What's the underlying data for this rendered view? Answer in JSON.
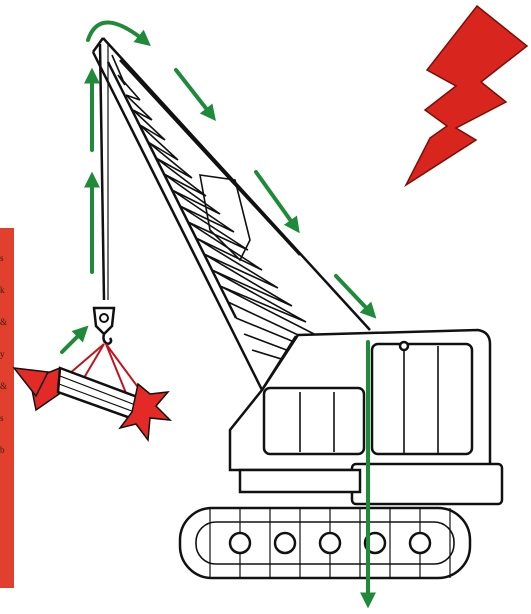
{
  "colors": {
    "sidebar": "#e2402e",
    "lightning": "#d8251d",
    "arrows": "#1e8a3a",
    "outline": "#111111",
    "load_flag": "#e42a26",
    "sling": "#c0141c"
  },
  "icons": [
    "lightning-bolt-icon",
    "crane-illustration",
    "hook-icon",
    "current-path-arrows"
  ],
  "sidebar": {
    "fragments": [
      "s",
      "k",
      "&",
      "y",
      "&",
      "s",
      "b"
    ]
  }
}
